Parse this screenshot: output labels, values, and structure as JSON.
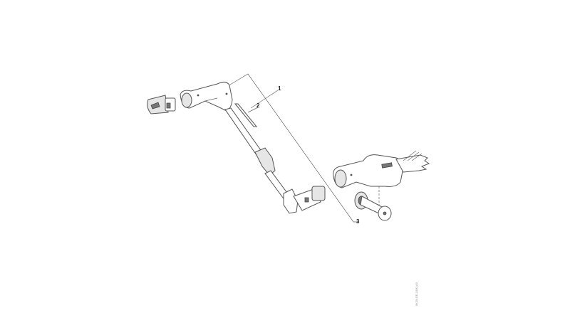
{
  "diagram": {
    "callouts": [
      {
        "id": "1",
        "label": "1"
      },
      {
        "id": "2",
        "label": "2"
      },
      {
        "id": "3",
        "label": "3"
      }
    ],
    "drawing_code": "9K29-GE-1000-A3",
    "line_color": "#555555"
  }
}
